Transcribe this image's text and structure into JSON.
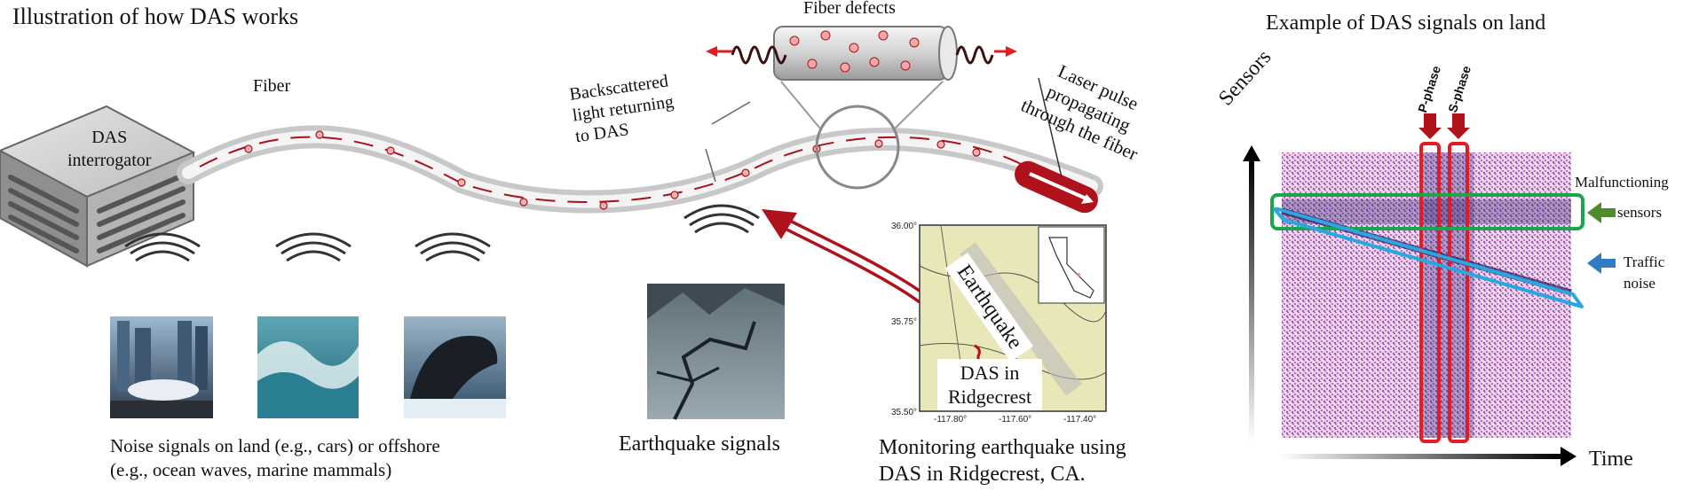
{
  "titles": {
    "left": "Illustration of how DAS works",
    "right": "Example of DAS signals on land"
  },
  "labels": {
    "fiber": "Fiber",
    "das_line1": "DAS",
    "das_line2": "interrogator",
    "fiber_defects": "Fiber defects",
    "backscatter_1": "Backscattered",
    "backscatter_2": "light returning",
    "backscatter_3": "to DAS",
    "laser_1": "Laser pulse",
    "laser_2": "propagating",
    "laser_3": "through the fiber",
    "earthquake_map": "Earthquake",
    "das_in_1": "DAS in",
    "das_in_2": "Ridgecrest"
  },
  "captions": {
    "noise_1": "Noise signals on land (e.g., cars) or offshore",
    "noise_2": "(e.g., ocean waves, marine mammals)",
    "earthquake": "Earthquake signals",
    "monitoring_1": "Monitoring earthquake using",
    "monitoring_2": "DAS in Ridgecrest, CA."
  },
  "map_ticks": {
    "y": [
      "36.00°",
      "35.75°",
      "35.50°"
    ],
    "x": [
      "-117.80°",
      "-117.60°",
      "-117.40°"
    ]
  },
  "das_panel": {
    "axis_y": "Sensors",
    "axis_x": "Time",
    "p_phase": "P-phase",
    "s_phase": "S-phase",
    "malfunctioning": "Malfunctioning",
    "sensors": "sensors",
    "traffic_1": "Traffic",
    "traffic_2": "noise"
  },
  "colors": {
    "fiber_red": "#b0121b",
    "phase_red": "#e31b23",
    "malfunction_green": "#1aa64a",
    "traffic_blue": "#2aa7e0",
    "arrow_green": "#4f8a2b",
    "arrow_blue": "#2f7cc4",
    "map_bg": "#e9e6b8"
  }
}
